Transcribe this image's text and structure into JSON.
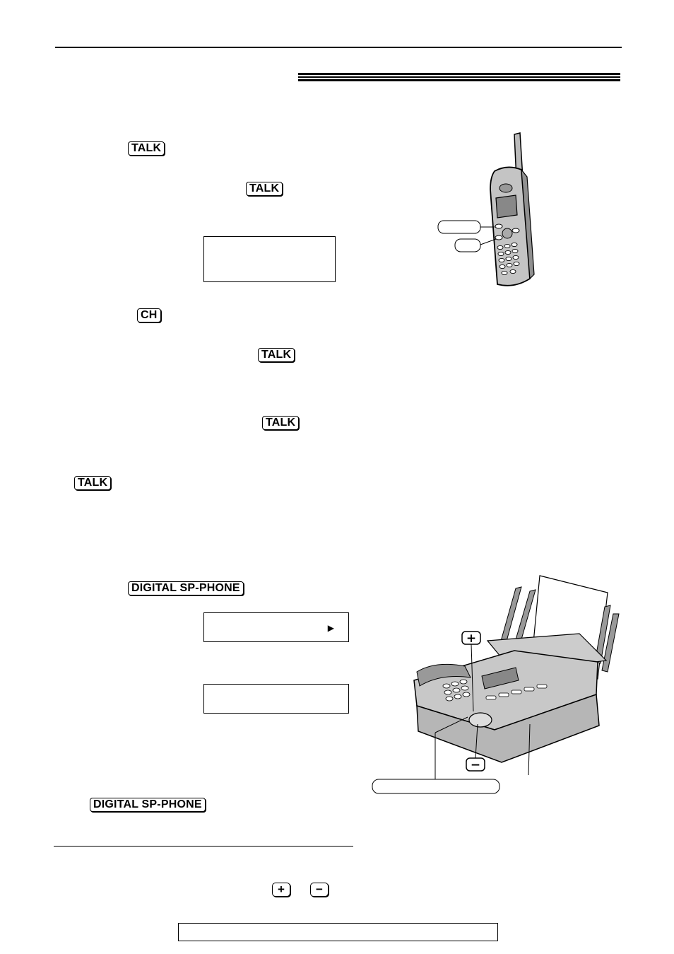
{
  "keys": {
    "talk_1": "TALK",
    "talk_2": "TALK",
    "ch": "CH",
    "talk_3": "TALK",
    "talk_4": "TALK",
    "talk_5": "TALK",
    "digital_sp_phone_1": "DIGITAL SP-PHONE",
    "digital_sp_phone_2": "DIGITAL SP-PHONE"
  },
  "volume": {
    "plus": "+",
    "minus": "−"
  },
  "icons": {
    "arrow": "right-arrow-icon",
    "handset": "cordless-handset-icon",
    "fax": "fax-machine-icon"
  }
}
